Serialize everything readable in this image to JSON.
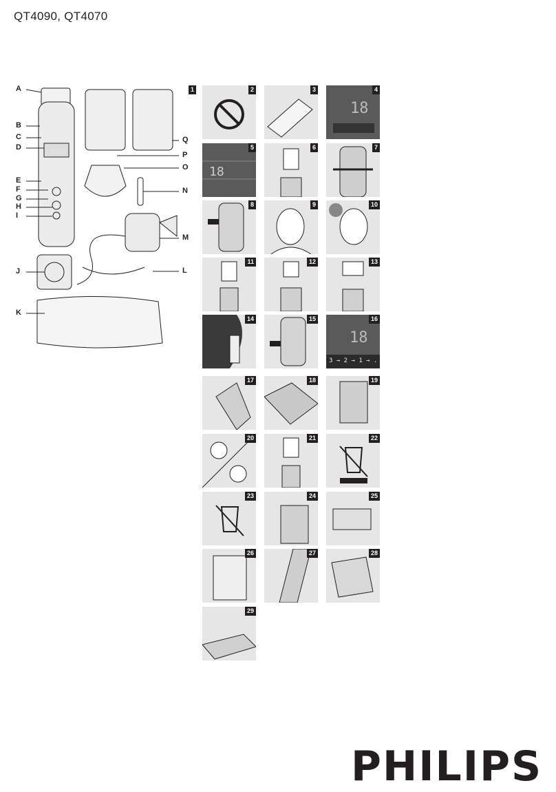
{
  "header": {
    "model": "QT4090, QT4070"
  },
  "overview": {
    "number": "1",
    "callouts": [
      "A",
      "B",
      "C",
      "D",
      "E",
      "F",
      "G",
      "H",
      "I",
      "J",
      "K",
      "L",
      "M",
      "N",
      "O",
      "P",
      "Q"
    ]
  },
  "figures": [
    "2",
    "3",
    "4",
    "5",
    "6",
    "7",
    "8",
    "9",
    "10",
    "11",
    "12",
    "13",
    "14",
    "15",
    "16",
    "17",
    "18",
    "19",
    "20",
    "21",
    "22",
    "23",
    "24",
    "25",
    "26",
    "27",
    "28",
    "29"
  ],
  "fig16": {
    "sequence": "3 → 2 → 1 → ."
  },
  "brand": "PHILIPS"
}
